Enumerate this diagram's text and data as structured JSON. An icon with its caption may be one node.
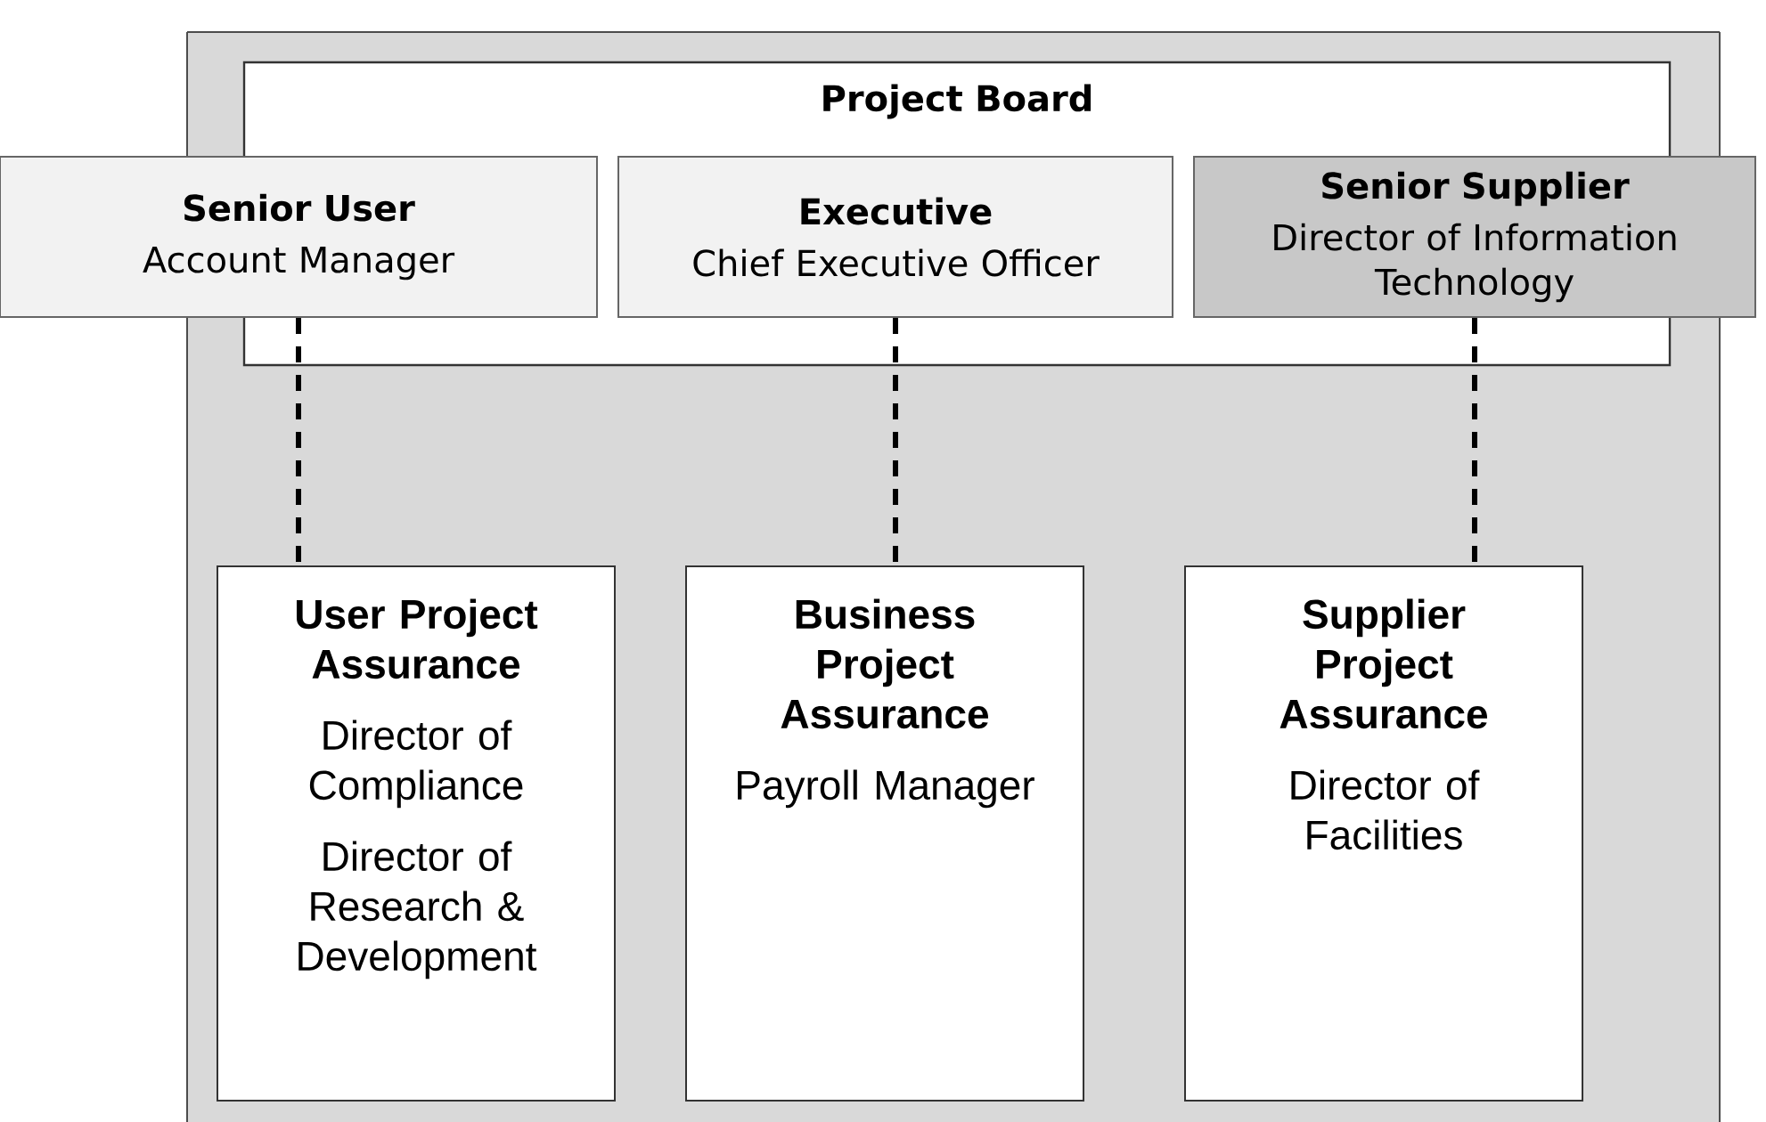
{
  "diagram": {
    "nodes": [
      {
        "text": [
          "Project Board"
        ]
      },
      {
        "text": [
          "Senior User",
          "Account Manager"
        ]
      },
      {
        "text": [
          "Executive",
          "Chief Executive Officer"
        ],
        "in": 0
      },
      {
        "text": [
          "Senior Supplier",
          "Director of Information Technology"
        ]
      },
      {
        "text": [
          "User Project Assurance",
          "Director of Compliance",
          "Director of Research & Development"
        ]
      },
      {
        "text": [
          "Business Project Assurance",
          "Payroll Manager"
        ]
      },
      {
        "text": [
          "Supplier Project Assurance",
          "Director of Facilities"
        ]
      }
    ],
    "edges": [
      {
        "from": 1,
        "to": 4,
        "arrow": "none",
        "style": "dashed"
      },
      {
        "from": 2,
        "to": 5,
        "arrow": "none",
        "style": "dashed"
      },
      {
        "from": 3,
        "to": 6,
        "arrow": "none",
        "style": "dashed"
      }
    ]
  }
}
